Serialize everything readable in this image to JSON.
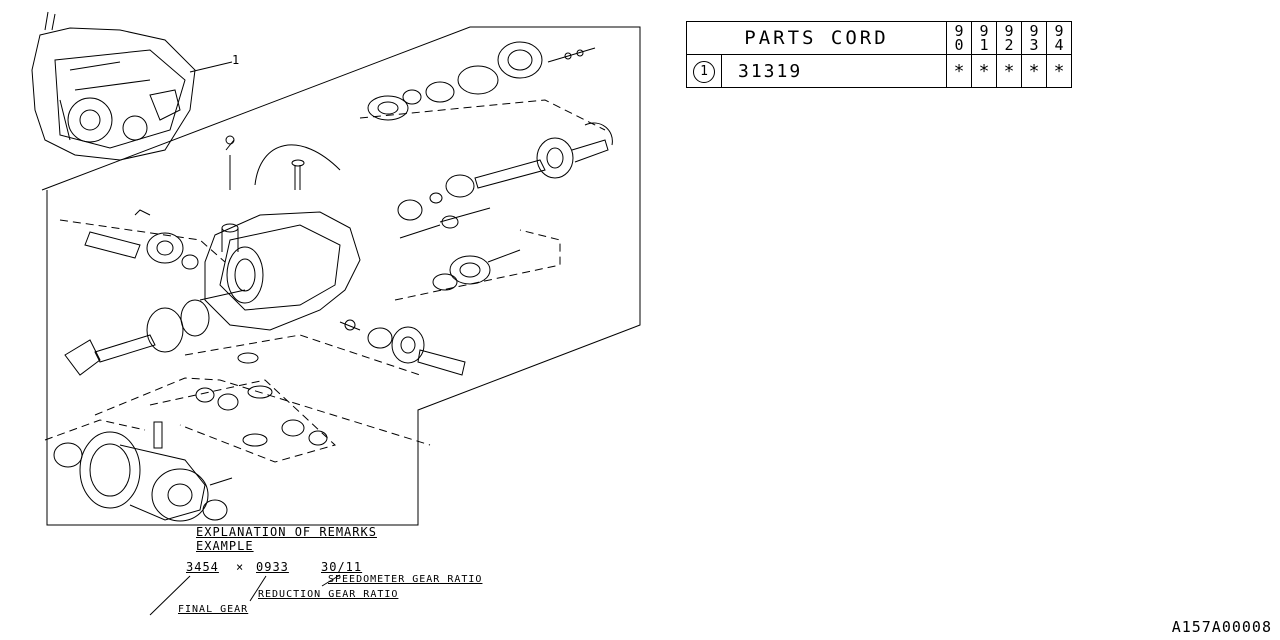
{
  "parts_table": {
    "header": "PARTS CORD",
    "years": [
      [
        "9",
        "0"
      ],
      [
        "9",
        "1"
      ],
      [
        "9",
        "2"
      ],
      [
        "9",
        "3"
      ],
      [
        "9",
        "4"
      ]
    ],
    "rows": [
      {
        "ref": "1",
        "part_no": "31319",
        "marks": [
          "*",
          "*",
          "*",
          "*",
          "*"
        ]
      }
    ]
  },
  "callout": {
    "ref": "1"
  },
  "remarks": {
    "title": "EXPLANATION OF REMARKS",
    "example": "EXAMPLE",
    "final_gear_value": "3454",
    "times": "×",
    "reduction_value": "0933",
    "speedometer_value": "30/11",
    "speedometer_label": "SPEEDOMETER GEAR RATIO",
    "reduction_label": "REDUCTION GEAR RATIO",
    "final_gear_label": "FINAL GEAR"
  },
  "diagram_code": "A157A00008"
}
